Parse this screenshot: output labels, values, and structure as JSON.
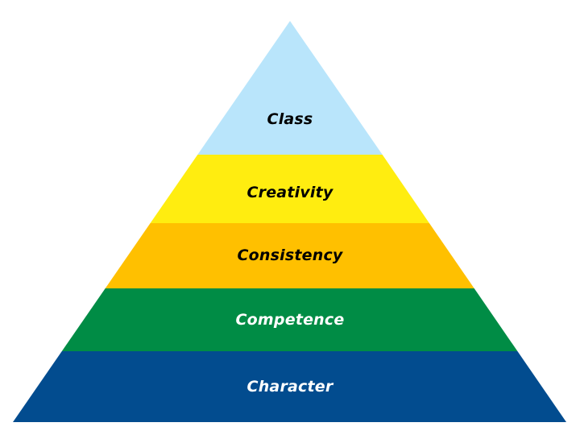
{
  "diagram": {
    "type": "pyramid",
    "levels": [
      {
        "label": "Class",
        "fill": "#B9E5FB",
        "text_color": "#000000"
      },
      {
        "label": "Creativity",
        "fill": "#FFED10",
        "text_color": "#000000"
      },
      {
        "label": "Consistency",
        "fill": "#FFC000",
        "text_color": "#000000"
      },
      {
        "label": "Competence",
        "fill": "#008C45",
        "text_color": "#FFFFFF"
      },
      {
        "label": "Character",
        "fill": "#024C8F",
        "text_color": "#FFFFFF"
      }
    ]
  }
}
